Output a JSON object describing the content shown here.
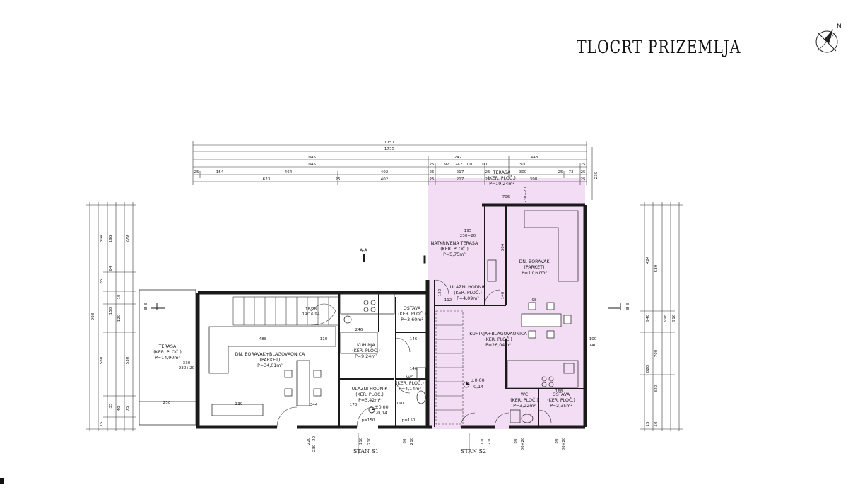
{
  "title": "TLOCRT PRIZEMLJA",
  "compass": {
    "label": "N",
    "icon": "north-arrow-icon"
  },
  "colors": {
    "stan2_fill": "#f3ddf4",
    "wall": "#1a1a1a",
    "line": "#333333"
  },
  "section_marker": "A-A",
  "b_marker": "B-B",
  "top_dimensions": {
    "row1": [
      "1751"
    ],
    "row2": [
      "1735"
    ],
    "row3": [
      "1045",
      "242",
      "448"
    ],
    "row4": [
      "1045",
      "25",
      "97",
      "242",
      "110",
      "100",
      "300",
      "25"
    ],
    "row5": [
      "25",
      "154",
      "464",
      "402",
      "25",
      "217",
      "25",
      "300",
      "25",
      "73",
      "25"
    ],
    "row6": [
      "623",
      "25",
      "402",
      "25",
      "217",
      "25",
      "398",
      "25"
    ],
    "right": "230"
  },
  "side_dimensions": {
    "left": [
      "998",
      "304",
      "196",
      "279",
      "85",
      "64",
      "15",
      "150",
      "120",
      "580",
      "530",
      "35",
      "40",
      "75",
      "15"
    ],
    "right": [
      "998",
      "916",
      "424",
      "539",
      "940",
      "700",
      "820",
      "320",
      "15",
      "50"
    ]
  },
  "rooms": {
    "terasa_left": {
      "name": "TERASA",
      "floor": "(KER. PLOČ.)",
      "area": "P=14,90m²"
    },
    "boravak_s1": {
      "name": "DN. BORAVAK+BLAGOVAONICA",
      "floor": "(PARKET)",
      "area": "P=34,01m²"
    },
    "kuhinja_s1": {
      "name": "KUHINJA",
      "floor": "(KER. PLOČ.)",
      "area": "P=9,24m²"
    },
    "ostava_s1": {
      "name": "OSTAVA",
      "floor": "(KER. PLOČ.)",
      "area": "P=3,60m²"
    },
    "hodnik_s1": {
      "name": "ULAZNI HODNIK",
      "floor": "(KER. PLOČ.)",
      "area": "P=3,42m²"
    },
    "wc_s1": {
      "name": "WC",
      "floor": "(KER. PLOČ.)",
      "area": "P=4,14m²"
    },
    "natkrivena": {
      "name": "NATKRIVENA TERASA",
      "floor": "(KER. PLOČ.)",
      "area": "P=5,75m²"
    },
    "terasa_top": {
      "name": "TERASA",
      "floor": "(KER. PLOČ.)",
      "area": "P=19,24m²"
    },
    "hodnik_s2": {
      "name": "ULAZNI HODNIK",
      "floor": "(KER. PLOČ.)",
      "area": "P=4,09m²"
    },
    "boravak_s2": {
      "name": "DN. BORAVAK",
      "floor": "(PARKET)",
      "area": "P=17,67m²"
    },
    "kuhinja_s2": {
      "name": "KUHINJA+BLAGOVAONICA",
      "floor": "(KER. PLOČ.)",
      "area": "P=26,04m²"
    },
    "wc_s2": {
      "name": "WC",
      "floor": "(KER. PLOČ.)",
      "area": "P=3,22m²"
    },
    "ostava_s2": {
      "name": "OSTAVA",
      "floor": "(KER. PLOČ.)",
      "area": "P=2,35m²"
    }
  },
  "inner_dims": {
    "d488": "488",
    "d330a": "330",
    "d230a": "230+20",
    "d250": "250",
    "d344": "344",
    "d330b": "330",
    "d246": "246",
    "d110": "110",
    "d146a": "146",
    "d146b": "146",
    "d178": "178",
    "d190": "190",
    "p150a": "p=150",
    "p150b": "p=150",
    "d195": "195",
    "d230b": "230+20",
    "d304": "304",
    "d112": "112",
    "d120": "120",
    "d140": "140",
    "d100": "100",
    "d140b": "140",
    "d706": "706",
    "d230c": "230+20",
    "d98": "98",
    "d168": "168",
    "stair": "18/28",
    "stair2": "19/16,94"
  },
  "levels": {
    "l1": "±0,00",
    "l2": "-0,14",
    "l3": "±0,00",
    "l4": "-0,14"
  },
  "entries": {
    "stan1": {
      "label": "STAN S1",
      "dims": [
        "110",
        "210"
      ],
      "side": [
        "80",
        "210"
      ],
      "left": [
        "220",
        "230+20"
      ]
    },
    "stan2": {
      "label": "STAN S2",
      "dims": [
        "110",
        "210"
      ],
      "side": [
        "80",
        "80+20"
      ],
      "right": [
        "80",
        "80+20"
      ]
    }
  }
}
